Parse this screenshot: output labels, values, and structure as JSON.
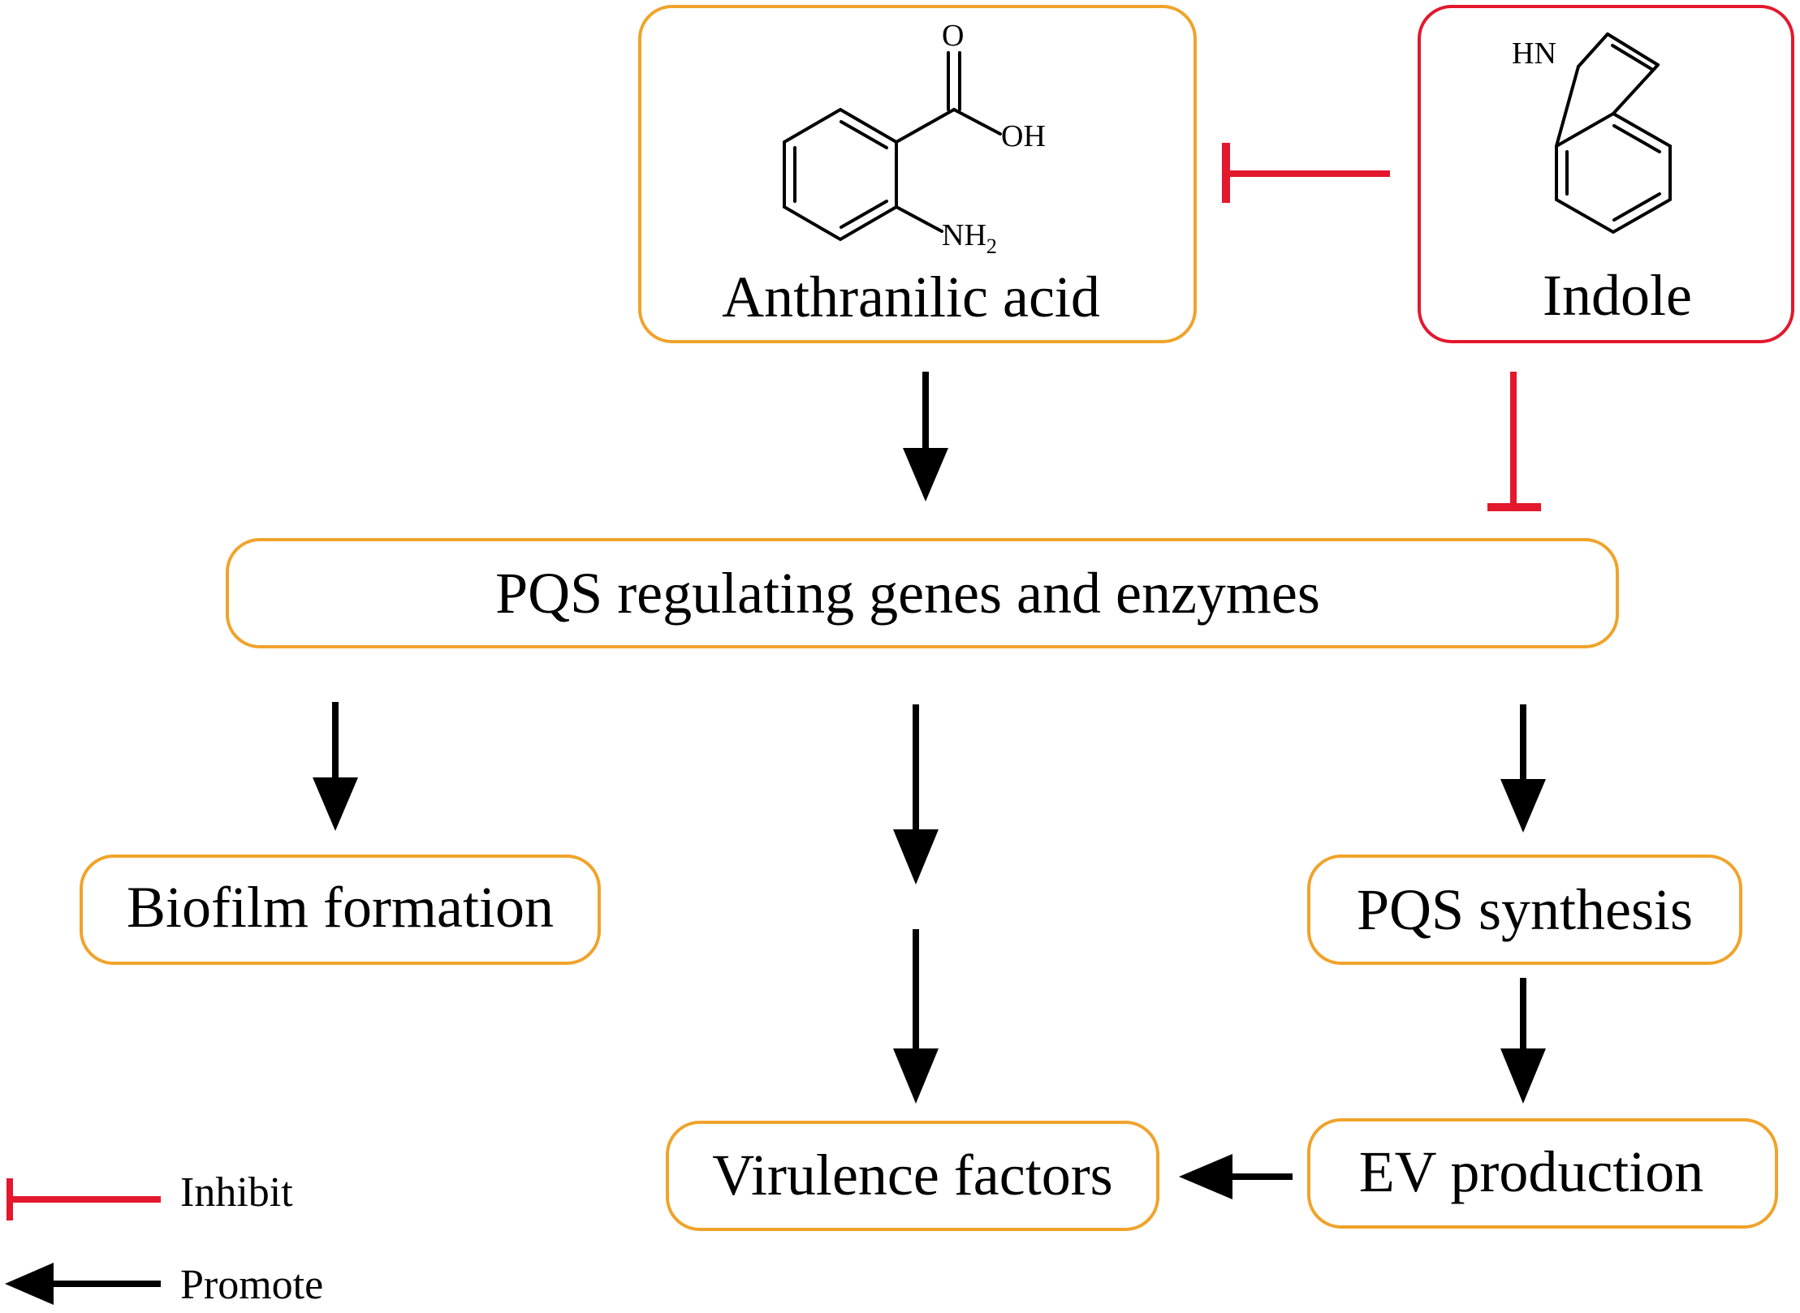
{
  "nodes": {
    "anthranilic": {
      "label": "Anthranilic acid"
    },
    "indole": {
      "label": "Indole"
    },
    "pqs_regulating": {
      "label": "PQS regulating genes and enzymes"
    },
    "biofilm": {
      "label": "Biofilm formation"
    },
    "pqs_synthesis": {
      "label": "PQS synthesis"
    },
    "virulence": {
      "label": "Virulence factors"
    },
    "ev_production": {
      "label": "EV production"
    }
  },
  "structures": {
    "anthranilic": {
      "o": "O",
      "oh": "OH",
      "nh": "NH",
      "sub": "2"
    },
    "indole": {
      "hn": "HN"
    }
  },
  "legend": {
    "inhibit": "Inhibit",
    "promote": "Promote"
  },
  "colors": {
    "box_orange": "#F0A32A",
    "box_red": "#E3182D",
    "inhibit": "#E3182D",
    "promote": "#000000"
  }
}
